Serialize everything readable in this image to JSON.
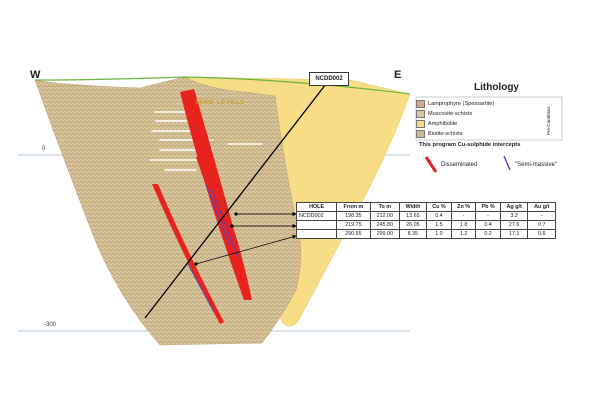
{
  "compass": {
    "west": "W",
    "east": "E"
  },
  "hole_label": "NCDD002",
  "mine_levels_label": "MINE LEVELS",
  "elevations": {
    "top_level": "0",
    "bottom_level": "-300"
  },
  "legend": {
    "title": "Lithology",
    "items": [
      {
        "label": "Lamprophyre (Spessartite)",
        "color": "#d9a98a"
      },
      {
        "label": "Muscovite-schists",
        "color": "#d8c9a4"
      },
      {
        "label": "Amphibolite",
        "color": "#f5d77f"
      },
      {
        "label": "Biotite-schists",
        "color": "#cdb98e"
      }
    ],
    "precambrian_label": "Pre-Cambrian",
    "intercepts_title": "This program Cu-sulphide intercepts",
    "disseminated_label": "Disseminated",
    "semi_massive_label": "\"Semi-massive\"",
    "disseminated_color": "#e8231e",
    "semi_massive_color": "#6a3fa8"
  },
  "table": {
    "headers": [
      "HOLE",
      "From m",
      "To m",
      "Width",
      "Cu %",
      "Zn %",
      "Pb %",
      "Ag g/t",
      "Au g/t"
    ],
    "rows": [
      [
        "NCDD002",
        "198.35",
        "212.00",
        "13.65",
        "0.4",
        "-",
        "-",
        "3.2",
        "-"
      ],
      [
        "",
        "219.75",
        "245.80",
        "26.05",
        "1.5",
        "1.8",
        "0.4",
        "27.6",
        "0.7"
      ],
      [
        "",
        "290.65",
        "299.00",
        "8.35",
        "1.0",
        "1.2",
        "0.2",
        "17.1",
        "0.6"
      ]
    ]
  },
  "colors": {
    "schist_fill": "#d8c49a",
    "amphibolite_fill": "#f7dd86",
    "ground_line": "#6db33f",
    "level_line": "#9eb6d0",
    "drill_hole": "#000000"
  }
}
